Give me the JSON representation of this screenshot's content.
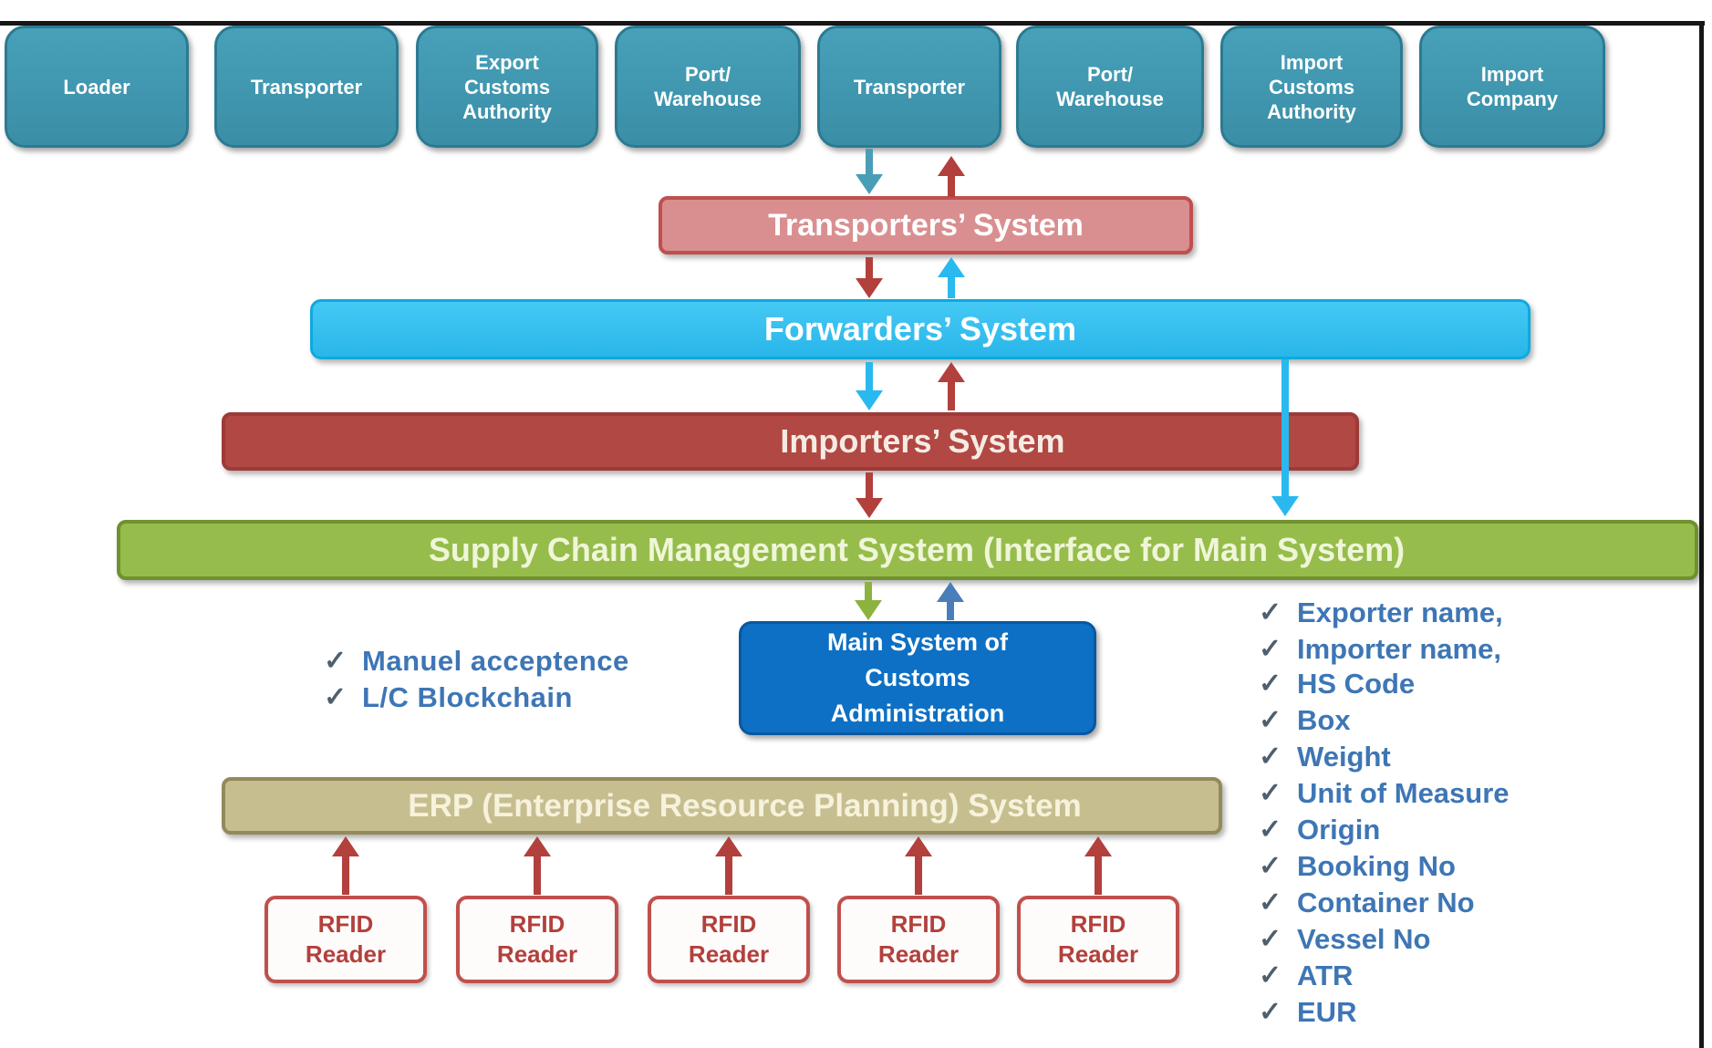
{
  "glyphs": {
    "check": "✓"
  },
  "top_row": {
    "boxes": [
      "Loader",
      "Transporter",
      "Export Customs Authority",
      "Port/ Warehouse",
      "Transporter",
      "Port/ Warehouse",
      "Import Customs Authority",
      "Import Company"
    ]
  },
  "bars": {
    "transporters": "Transporters’ System",
    "forwarders": "Forwarders’ System",
    "importers": "Importers’ System",
    "supply_chain": "Supply Chain Management System (Interface for Main System)",
    "erp": "ERP (Enterprise Resource Planning) System"
  },
  "main_system": {
    "lines": [
      "Main System of",
      "Customs",
      "Administration"
    ]
  },
  "rfid_reader": {
    "line1": "RFID",
    "line2": "Reader"
  },
  "left_list": {
    "items": [
      "Manuel acceptence",
      "L/C Blockchain"
    ]
  },
  "right_list": {
    "items": [
      "Exporter name,",
      "Importer name,",
      "HS Code",
      "Box",
      "Weight",
      "Unit of Measure",
      "Origin",
      "Booking No",
      "Container No",
      "Vessel No",
      "ATR",
      "EUR"
    ]
  },
  "colors": {
    "teal_box": "#3f94ab",
    "teal_box_border": "#2c7a92",
    "transporters_fill": "#d98f90",
    "transporters_border": "#c0504d",
    "forwarders_fill": "#33c2f2",
    "importers_fill": "#b24843",
    "supply_fill": "#96bc4b",
    "supply_border": "#6f9130",
    "main_system_fill": "#0d70c4",
    "erp_fill": "#c7be90",
    "rfid_border": "#c0504d",
    "rfid_text": "#b2403c",
    "checklist_text": "#3e76b5",
    "arrow_red": "#b2403c",
    "arrow_cyan": "#29b9ee",
    "arrow_teal": "#4a9db6",
    "arrow_green": "#8cb33e",
    "arrow_steel_blue": "#4a7ebb",
    "frame_line": "#161616"
  }
}
